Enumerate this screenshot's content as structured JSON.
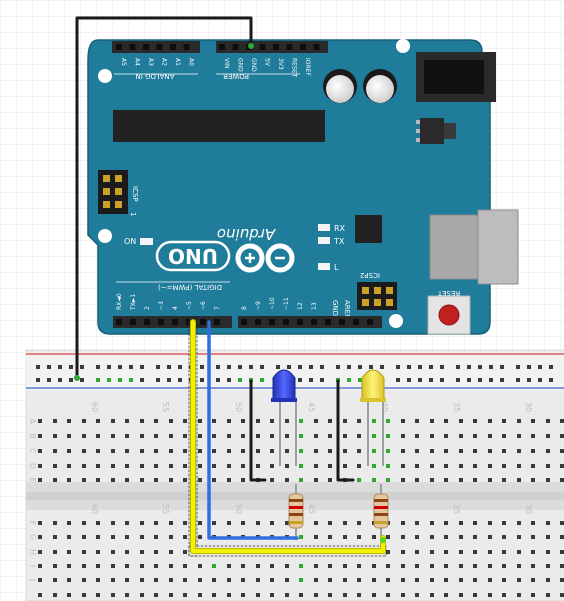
{
  "board": {
    "brand": "Arduino",
    "model": "UNO",
    "icsp_top": "ICSP",
    "icsp_top_num": "1",
    "icsp2": "ICSP2",
    "on_label": "ON",
    "rx_label": "RX",
    "tx_label": "TX",
    "l_label": "L",
    "reset_label": "RESET",
    "analog_in": "ANALOG IN",
    "power": "POWER",
    "digital": "DIGITAL (PWM=~)",
    "aref": "AREF",
    "gnd": "GND",
    "analog_pins": [
      "A5",
      "A4",
      "A3",
      "A2",
      "A1",
      "A0"
    ],
    "power_pins": [
      "VIN",
      "GND",
      "GND",
      "5V",
      "3V3",
      "RESET",
      "IOREF"
    ],
    "digital_left_pins": [
      "RX◄0",
      "TX►1",
      "2",
      "~3",
      "4",
      "~5",
      "~6",
      "7"
    ],
    "digital_right_pins": [
      "8",
      "~9",
      "~10",
      "~11",
      "12",
      "13"
    ]
  },
  "breadboard": {
    "column_numbers": [
      "60",
      "55",
      "50",
      "45",
      "40",
      "35",
      "30"
    ],
    "row_letters_top": [
      "A",
      "B",
      "C",
      "D",
      "E"
    ],
    "row_letters_bottom": [
      "F",
      "G",
      "H",
      "I",
      "J"
    ]
  },
  "colors": {
    "board": "#1f7c9a",
    "board_dark": "#165f78",
    "header": "#2a2a2a",
    "led_blue": "#3346e0",
    "led_yellow": "#f1e04a",
    "wire_black": "#1a1a1a",
    "wire_blue": "#2f6fe0",
    "wire_yellow": "#f2f200",
    "rail_red": "#d64040",
    "rail_blue": "#4060d0",
    "hole_green": "#2ea82e"
  }
}
